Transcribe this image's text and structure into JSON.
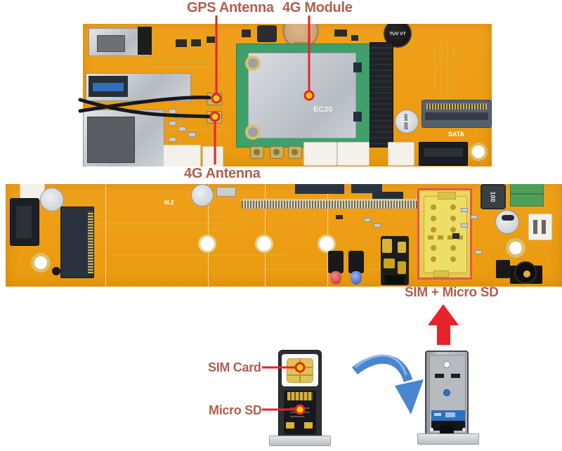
{
  "title": "4G module, antennas and SIM + Micro SD installation diagram",
  "colors": {
    "label": "#b05f4e",
    "callout": "#e82329",
    "dot": "#ffd400",
    "highlight_border": "#e8554e",
    "pcb_orange": "#f0a11b",
    "module_green": "#3fa06b",
    "arrow_blue": "#4a86cf"
  },
  "top_board": {
    "callouts": {
      "gps_antenna": "GPS Antenna",
      "module_4g": "4G Module",
      "antenna_4g": "4G Antenna"
    },
    "silkscreen": {
      "module_chip": "EC20",
      "sata": "SATA",
      "capacitor_top": "TUV VT",
      "capacitor_right": "220 16V"
    }
  },
  "middle_board": {
    "callout_sim": "SIM + Micro SD",
    "silkscreen": {
      "m2": "M.2",
      "inductor": "100"
    }
  },
  "tray_detail": {
    "sim_label": "SIM Card",
    "microsd_label": "Micro SD"
  }
}
